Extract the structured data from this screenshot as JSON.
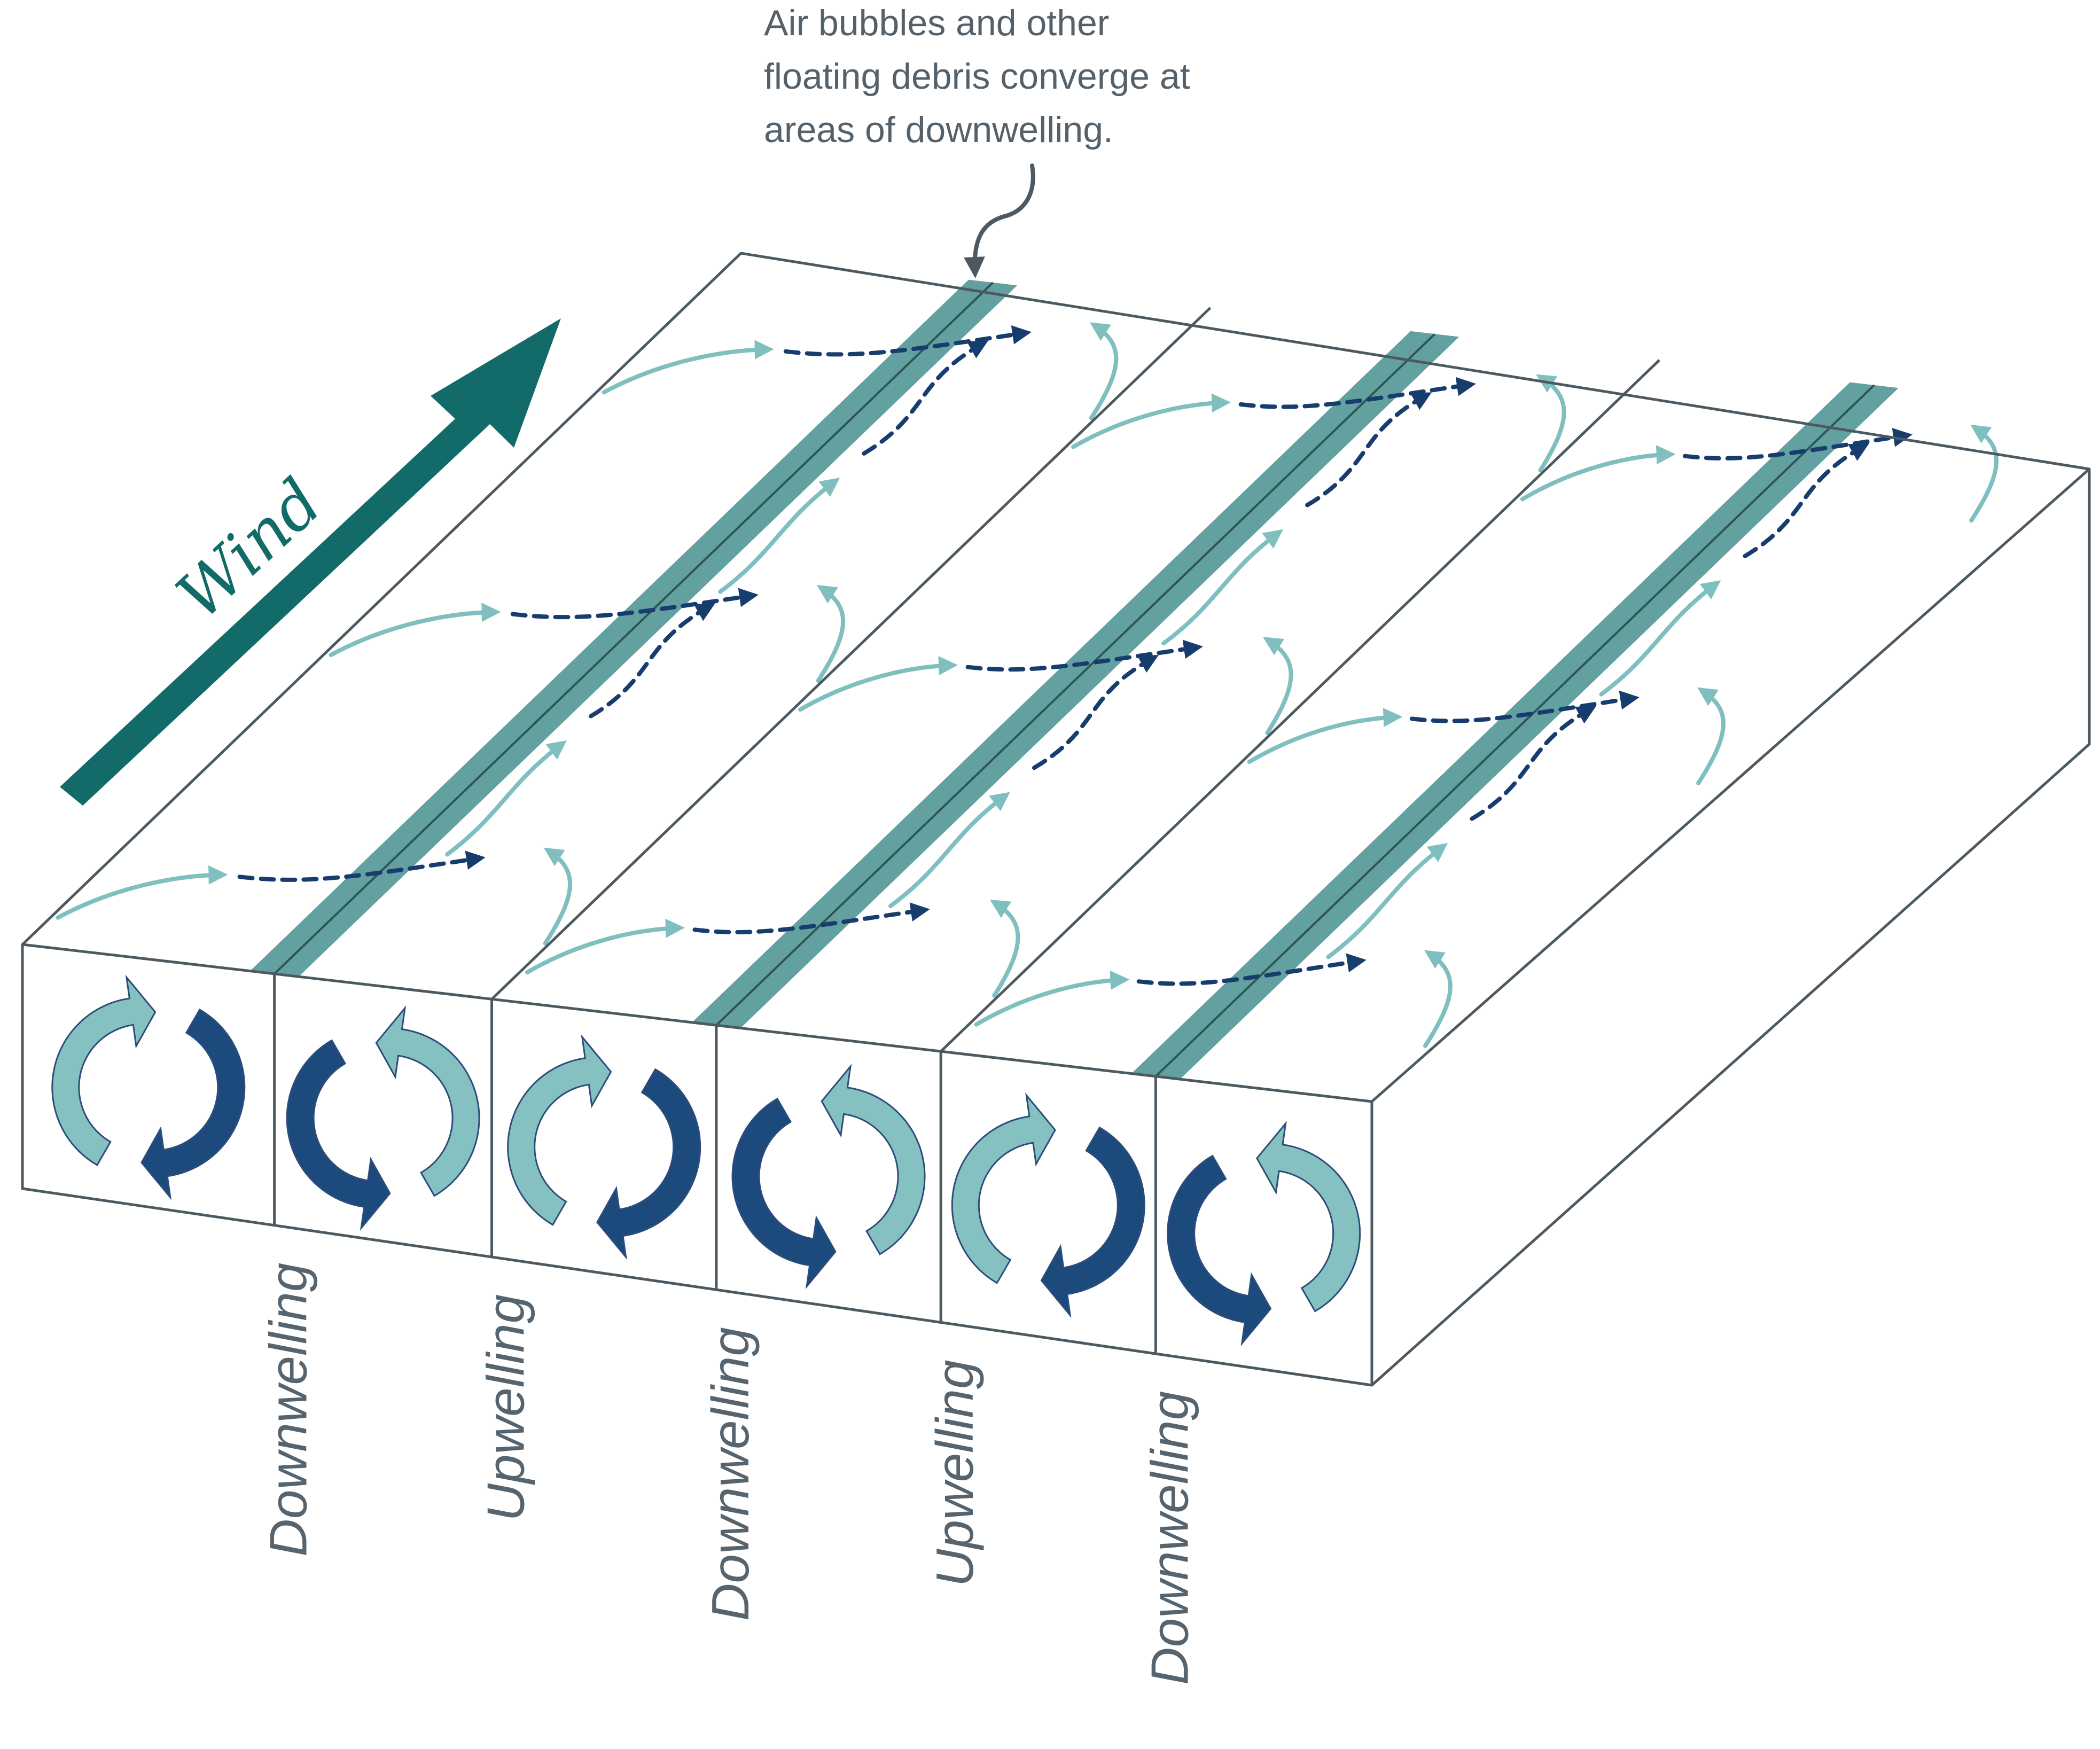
{
  "callout": {
    "lines": [
      "Air bubbles and other",
      "floating debris converge at",
      "areas of downwelling."
    ]
  },
  "wind": {
    "label": "Wind",
    "color": "#136b69"
  },
  "cells": [
    {
      "label": "Downwelling"
    },
    {
      "label": "Upwelling"
    },
    {
      "label": "Downwelling"
    },
    {
      "label": "Upwelling"
    },
    {
      "label": "Downwelling"
    }
  ],
  "rotations": [
    "cw-left-light",
    "ccw-left-dark",
    "cw-left-light",
    "ccw-left-dark",
    "cw-left-light",
    "ccw-left-dark"
  ],
  "colors": {
    "light_flow": "#7fbfbf",
    "dark_flow": "#173c6e",
    "band": "#63a0a0",
    "arrow_light_fill": "#86c1c2",
    "arrow_dark_fill": "#1d4a7c",
    "outline": "#4d5961",
    "text": "#54616b"
  }
}
